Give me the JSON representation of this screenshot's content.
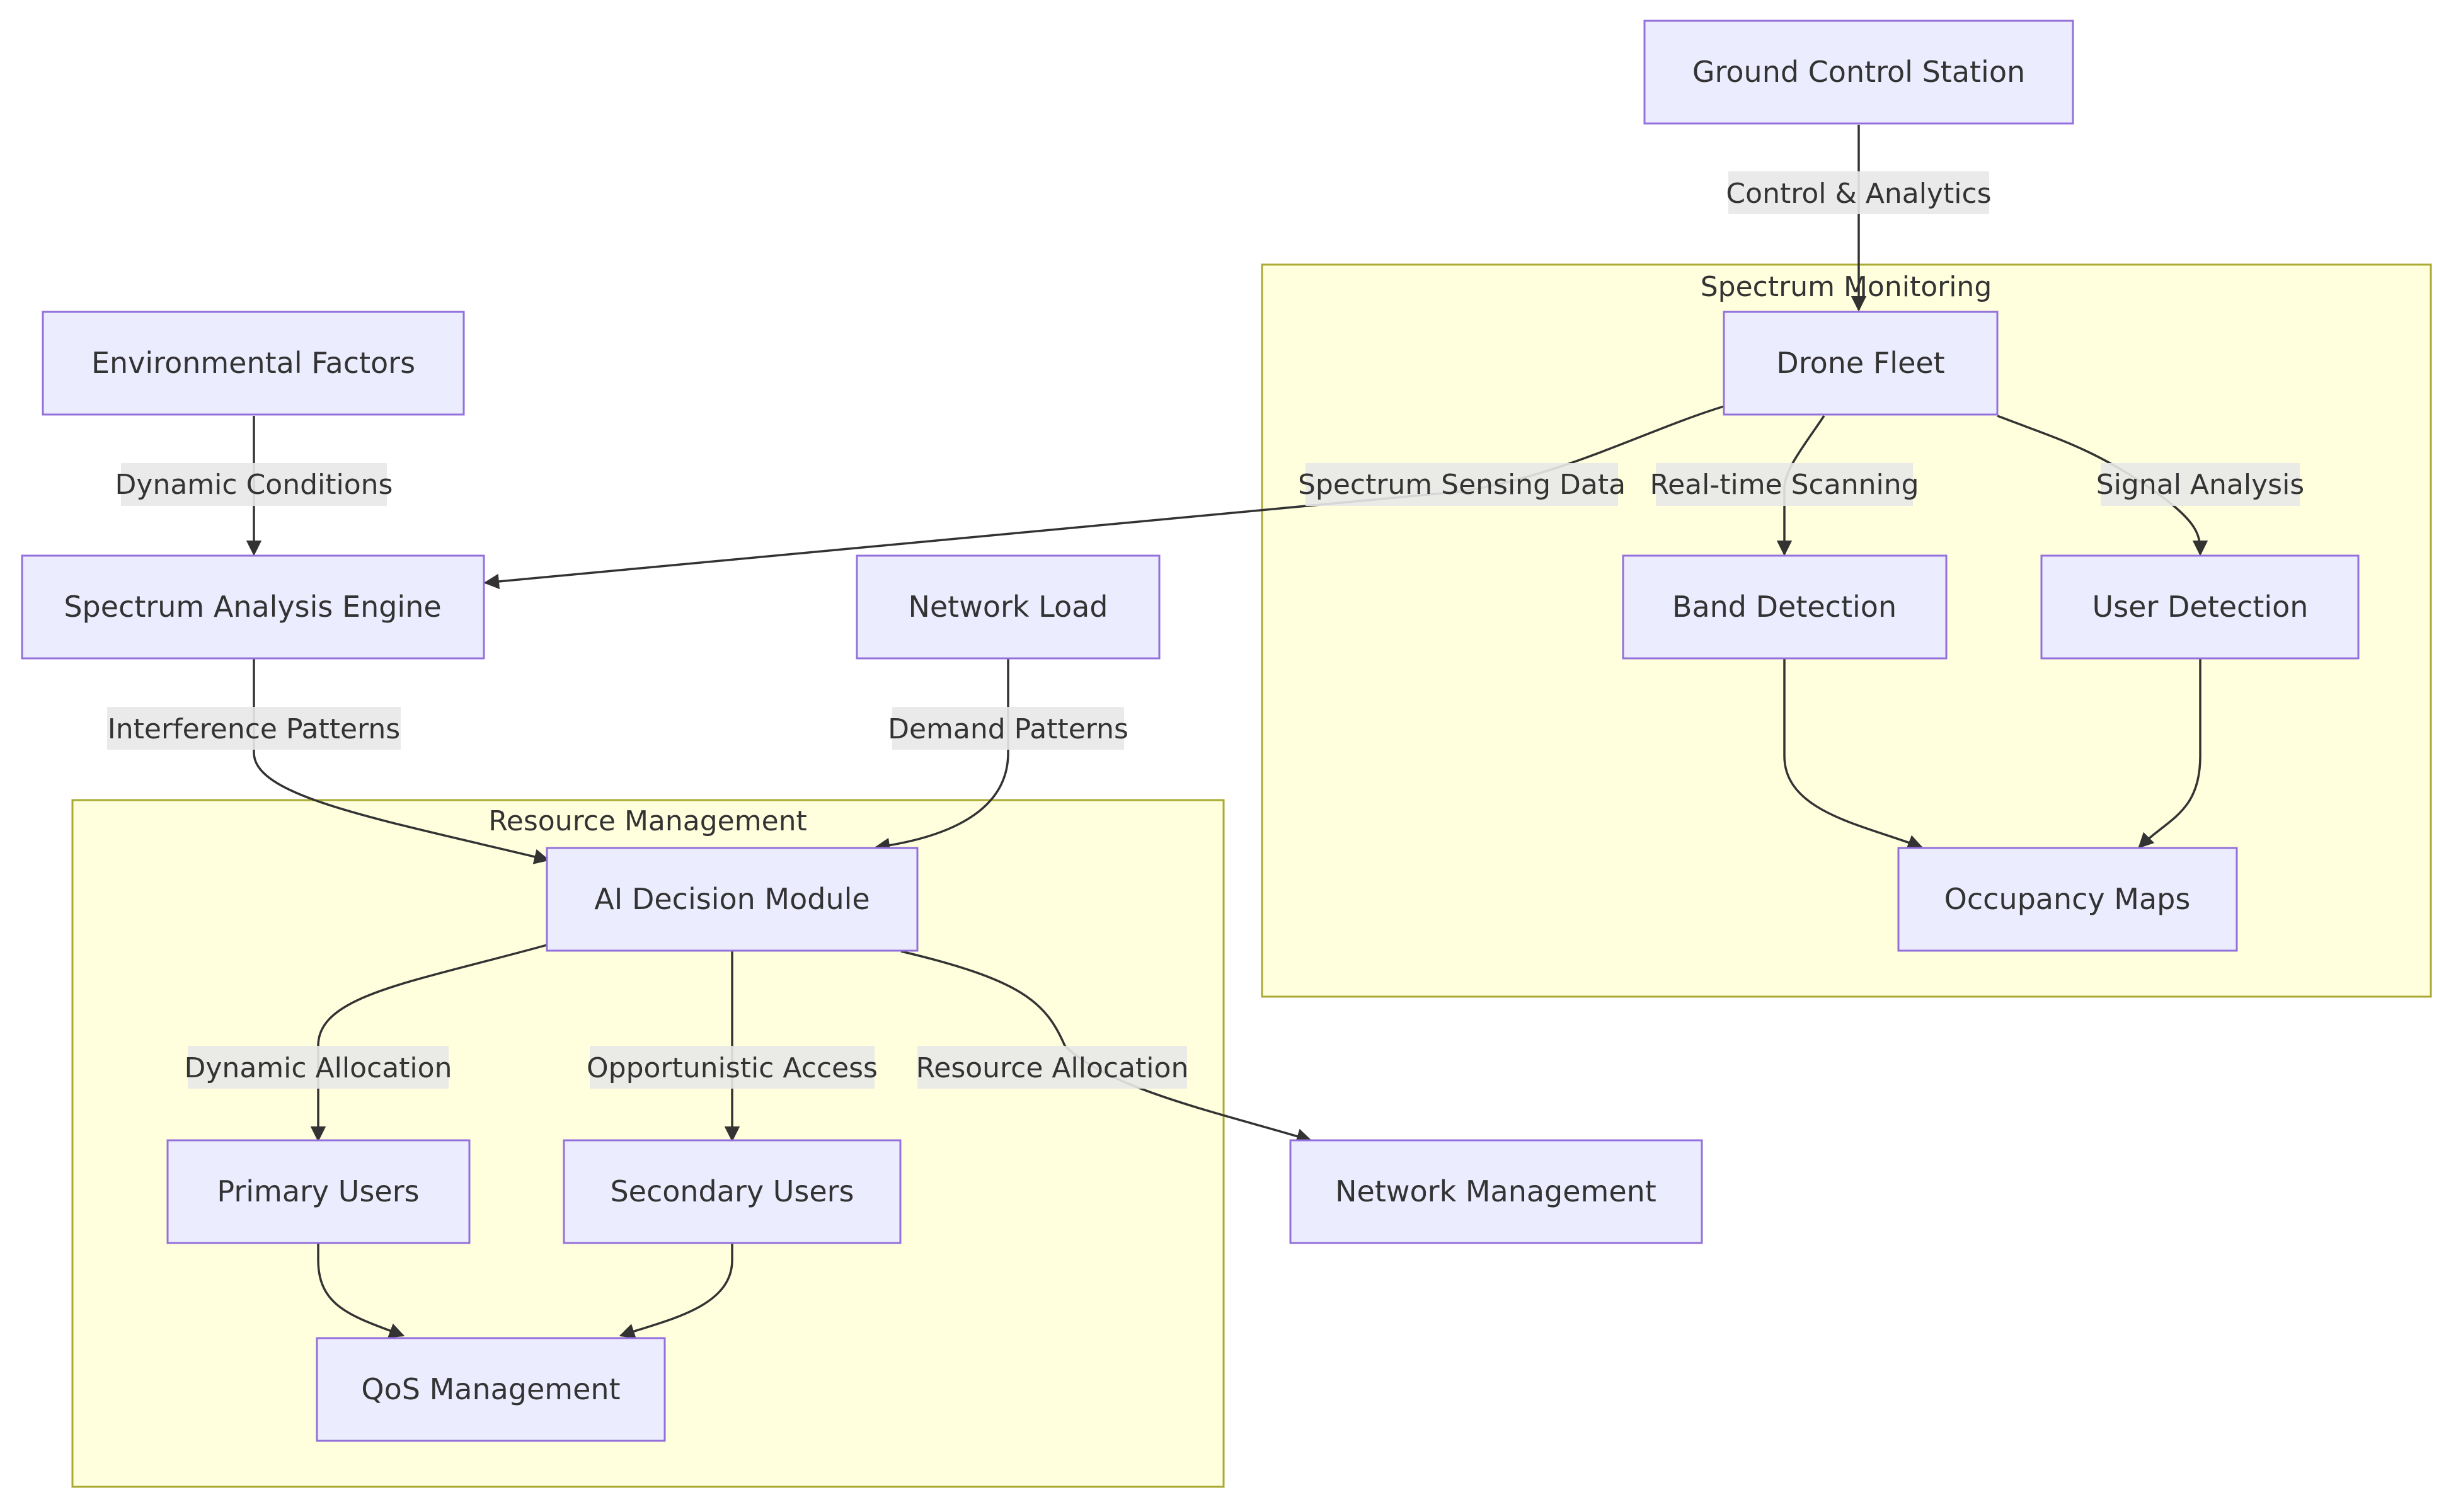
{
  "colors": {
    "node_fill": "#ececff",
    "node_stroke": "#9370db",
    "cluster_fill": "#ffffde",
    "cluster_stroke": "#aaaa33",
    "edge": "#333333",
    "edge_label_bg": "#e8e8e8",
    "text": "#333333"
  },
  "clusters": {
    "spectrum_monitoring": {
      "label": "Spectrum Monitoring"
    },
    "resource_management": {
      "label": "Resource Management"
    }
  },
  "nodes": {
    "ground_control": {
      "label": "Ground Control Station"
    },
    "drone_fleet": {
      "label": "Drone Fleet"
    },
    "environmental": {
      "label": "Environmental Factors"
    },
    "spectrum_engine": {
      "label": "Spectrum Analysis Engine"
    },
    "network_load": {
      "label": "Network Load"
    },
    "band_detection": {
      "label": "Band Detection"
    },
    "user_detection": {
      "label": "User Detection"
    },
    "occupancy_maps": {
      "label": "Occupancy Maps"
    },
    "ai_decision": {
      "label": "AI Decision Module"
    },
    "primary_users": {
      "label": "Primary Users"
    },
    "secondary_users": {
      "label": "Secondary Users"
    },
    "network_management": {
      "label": "Network Management"
    },
    "qos_management": {
      "label": "QoS Management"
    }
  },
  "edges": {
    "control_analytics": {
      "label": "Control & Analytics"
    },
    "dynamic_conditions": {
      "label": "Dynamic Conditions"
    },
    "spectrum_sensing": {
      "label": "Spectrum Sensing Data"
    },
    "realtime_scanning": {
      "label": "Real-time Scanning"
    },
    "signal_analysis": {
      "label": "Signal Analysis"
    },
    "interference_patterns": {
      "label": "Interference Patterns"
    },
    "demand_patterns": {
      "label": "Demand Patterns"
    },
    "dynamic_allocation": {
      "label": "Dynamic Allocation"
    },
    "opportunistic_access": {
      "label": "Opportunistic Access"
    },
    "resource_allocation": {
      "label": "Resource Allocation"
    }
  }
}
